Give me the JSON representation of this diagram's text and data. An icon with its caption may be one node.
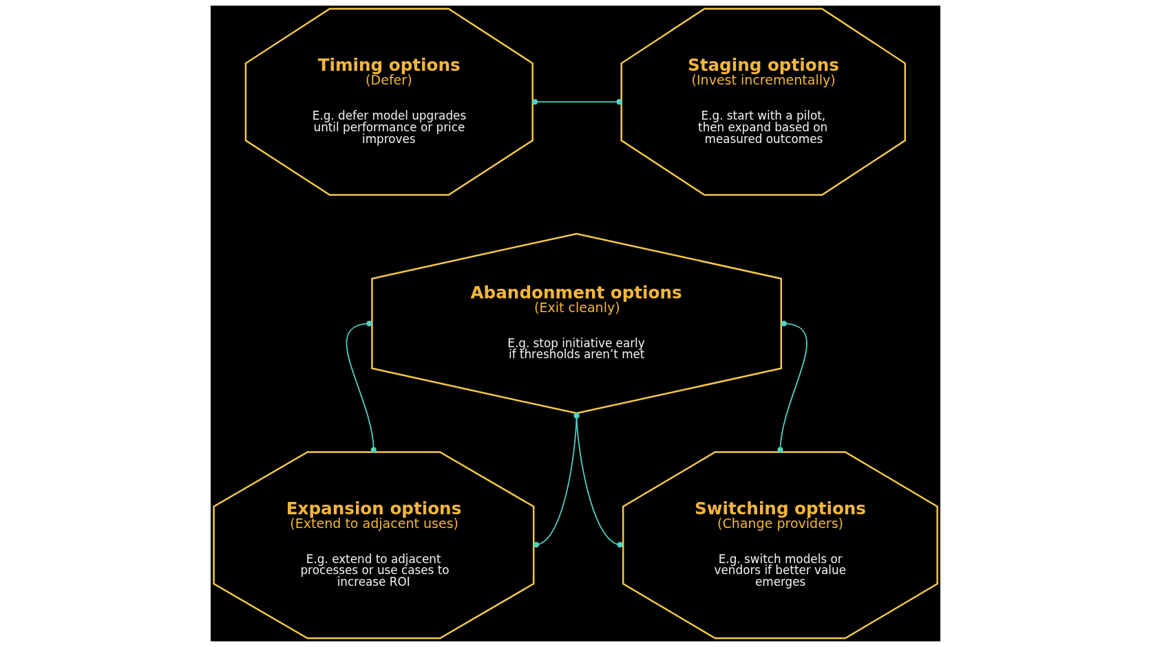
{
  "diagram": {
    "nodes": [
      {
        "text": [
          "Timing options",
          "(Defer)",
          "E.g. defer model upgrades until performance or price improves"
        ]
      },
      {
        "text": [
          "Staging options",
          "(Invest incrementally)",
          "E.g. start with a pilot, then expand based on measured outcomes"
        ]
      },
      {
        "text": [
          "Abandonment options",
          "(Exit cleanly)",
          "E.g. stop initiative early if thresholds aren’t met"
        ]
      },
      {
        "text": [
          "Expansion options",
          "(Extend to adjacent uses)",
          "E.g. extend to adjacent processes or use cases to increase ROI"
        ]
      },
      {
        "text": [
          "Switching options",
          "(Change providers)",
          "E.g. switch models or vendors if better value emerges"
        ]
      }
    ],
    "edges": [
      {
        "from": 0,
        "to": 1,
        "arrow": "other"
      },
      {
        "from": 2,
        "to": 3,
        "arrow": "other"
      },
      {
        "from": 2,
        "to": 4,
        "arrow": "other"
      },
      {
        "from": 2,
        "to": 3,
        "arrow": "other"
      },
      {
        "from": 2,
        "to": 4,
        "arrow": "other"
      }
    ]
  }
}
